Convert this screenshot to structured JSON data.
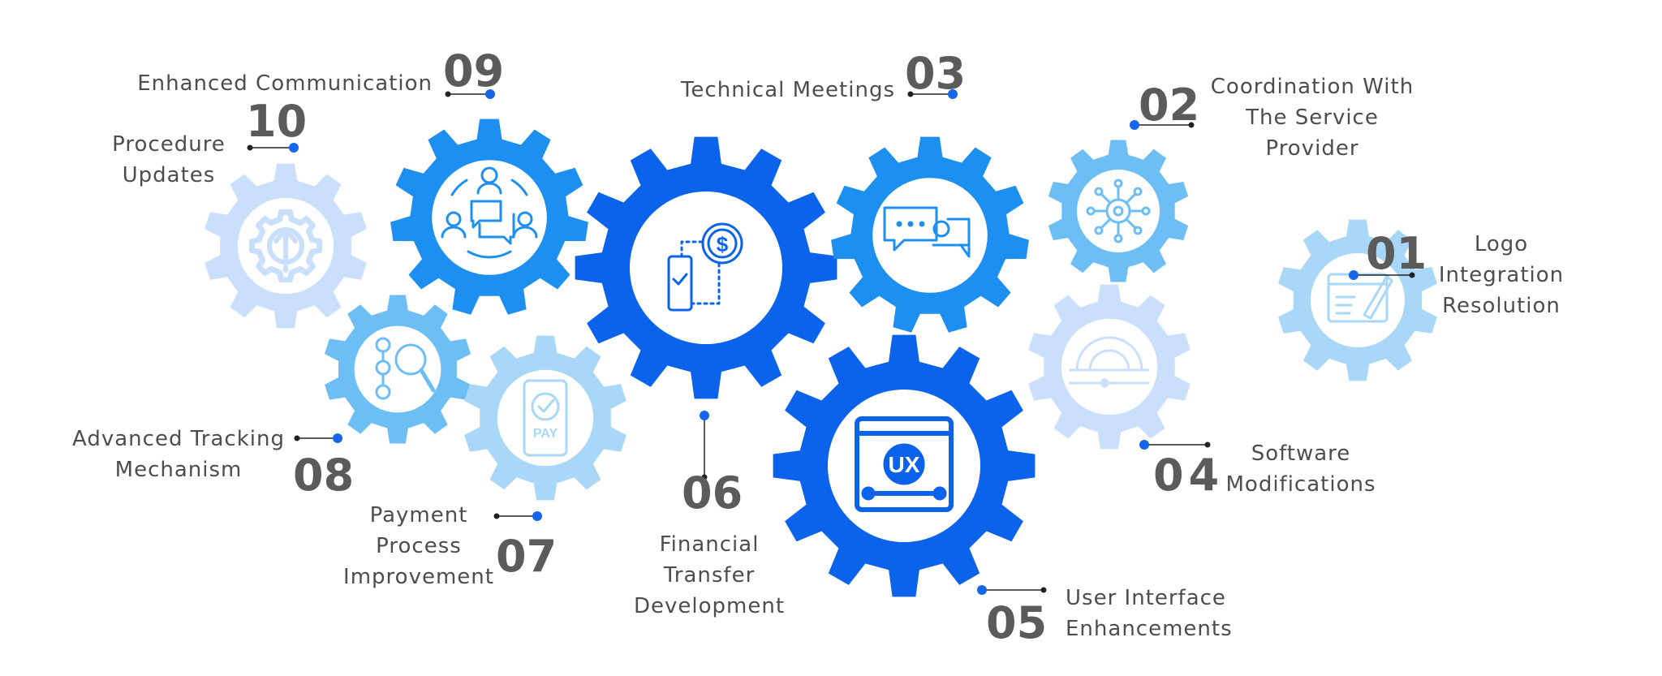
{
  "steps": [
    {
      "number": "01",
      "label": [
        "Logo",
        "Integration",
        "Resolution"
      ],
      "icon": "design-tablet-icon",
      "color": "#a9d7f7"
    },
    {
      "number": "02",
      "label": [
        "Coordination With",
        "The Service",
        "Provider"
      ],
      "icon": "virus-network-icon",
      "color": "#6cbef4"
    },
    {
      "number": "03",
      "label": [
        "Technical Meetings"
      ],
      "icon": "chat-gear-icon",
      "color": "#1d8ff0"
    },
    {
      "number": "04",
      "label": [
        "Software",
        "Modifications"
      ],
      "icon": "dashboard-gear-icon",
      "color": "#c9dffc"
    },
    {
      "number": "05",
      "label": [
        "User Interface",
        "Enhancements"
      ],
      "icon": "ux-window-icon",
      "color": "#0b63ec",
      "icon_text": "UX"
    },
    {
      "number": "06",
      "label": [
        "Financial",
        "Transfer",
        "Development"
      ],
      "icon": "mobile-payment-icon",
      "color": "#0b63ec",
      "icon_text": "$"
    },
    {
      "number": "07",
      "label": [
        "Payment",
        "Process",
        "Improvement"
      ],
      "icon": "phone-pay-icon",
      "color": "#a9d7f7",
      "icon_text": "PAY"
    },
    {
      "number": "08",
      "label": [
        "Advanced Tracking",
        "Mechanism"
      ],
      "icon": "checklist-search-icon",
      "color": "#6cbef4"
    },
    {
      "number": "09",
      "label": [
        "Enhanced Communication"
      ],
      "icon": "team-chat-icon",
      "color": "#1d8ff0"
    },
    {
      "number": "10",
      "label": [
        "Procedure",
        "Updates"
      ],
      "icon": "upload-gear-icon",
      "color": "#c9dffc"
    }
  ],
  "colors": {
    "text": "#4d4d4d",
    "number": "#5b5b5b",
    "dot": "#1566e8",
    "line": "#222222"
  }
}
